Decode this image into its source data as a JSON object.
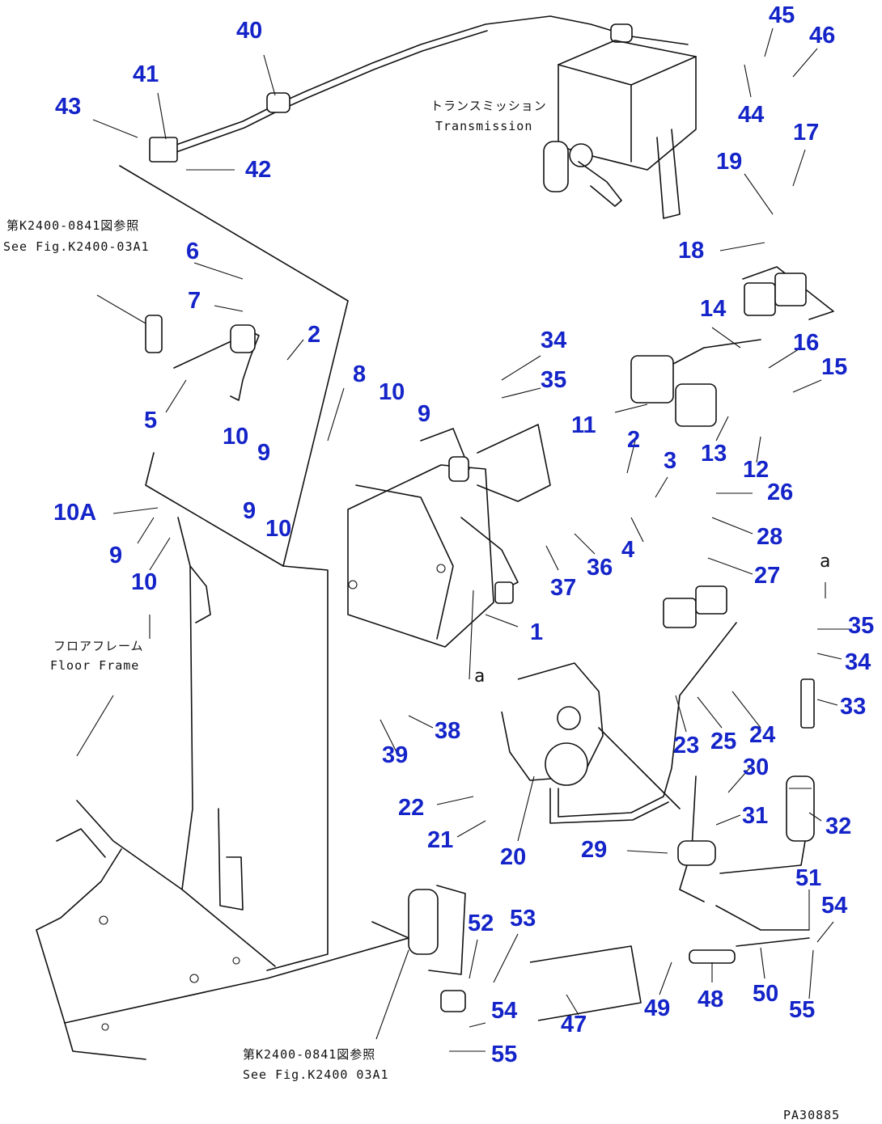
{
  "figure_code": "PA30885",
  "notes": {
    "see_fig_top_jp": "第K2400-0841図参照",
    "see_fig_top_en": "See Fig.K2400-03A1",
    "see_fig_bottom_jp": "第K2400-0841図参照",
    "see_fig_bottom_en": "See Fig.K2400 03A1",
    "transmission_jp": "トランスミッション",
    "transmission_en": "Transmission",
    "floor_frame_jp": "フロアフレーム",
    "floor_frame_en": "Floor Frame"
  },
  "view_markers": [
    "a",
    "a"
  ],
  "part_labels": [
    "40",
    "41",
    "43",
    "42",
    "45",
    "46",
    "44",
    "17",
    "19",
    "18",
    "6",
    "7",
    "2",
    "5",
    "8",
    "10",
    "9",
    "10",
    "9",
    "10A",
    "9",
    "10",
    "9",
    "10",
    "34",
    "35",
    "14",
    "16",
    "15",
    "11",
    "2",
    "13",
    "12",
    "3",
    "26",
    "4",
    "28",
    "27",
    "36",
    "37",
    "1",
    "35",
    "34",
    "33",
    "23",
    "25",
    "24",
    "38",
    "39",
    "30",
    "22",
    "21",
    "20",
    "31",
    "32",
    "29",
    "51",
    "54",
    "52",
    "53",
    "54",
    "47",
    "49",
    "48",
    "50",
    "55",
    "55"
  ]
}
